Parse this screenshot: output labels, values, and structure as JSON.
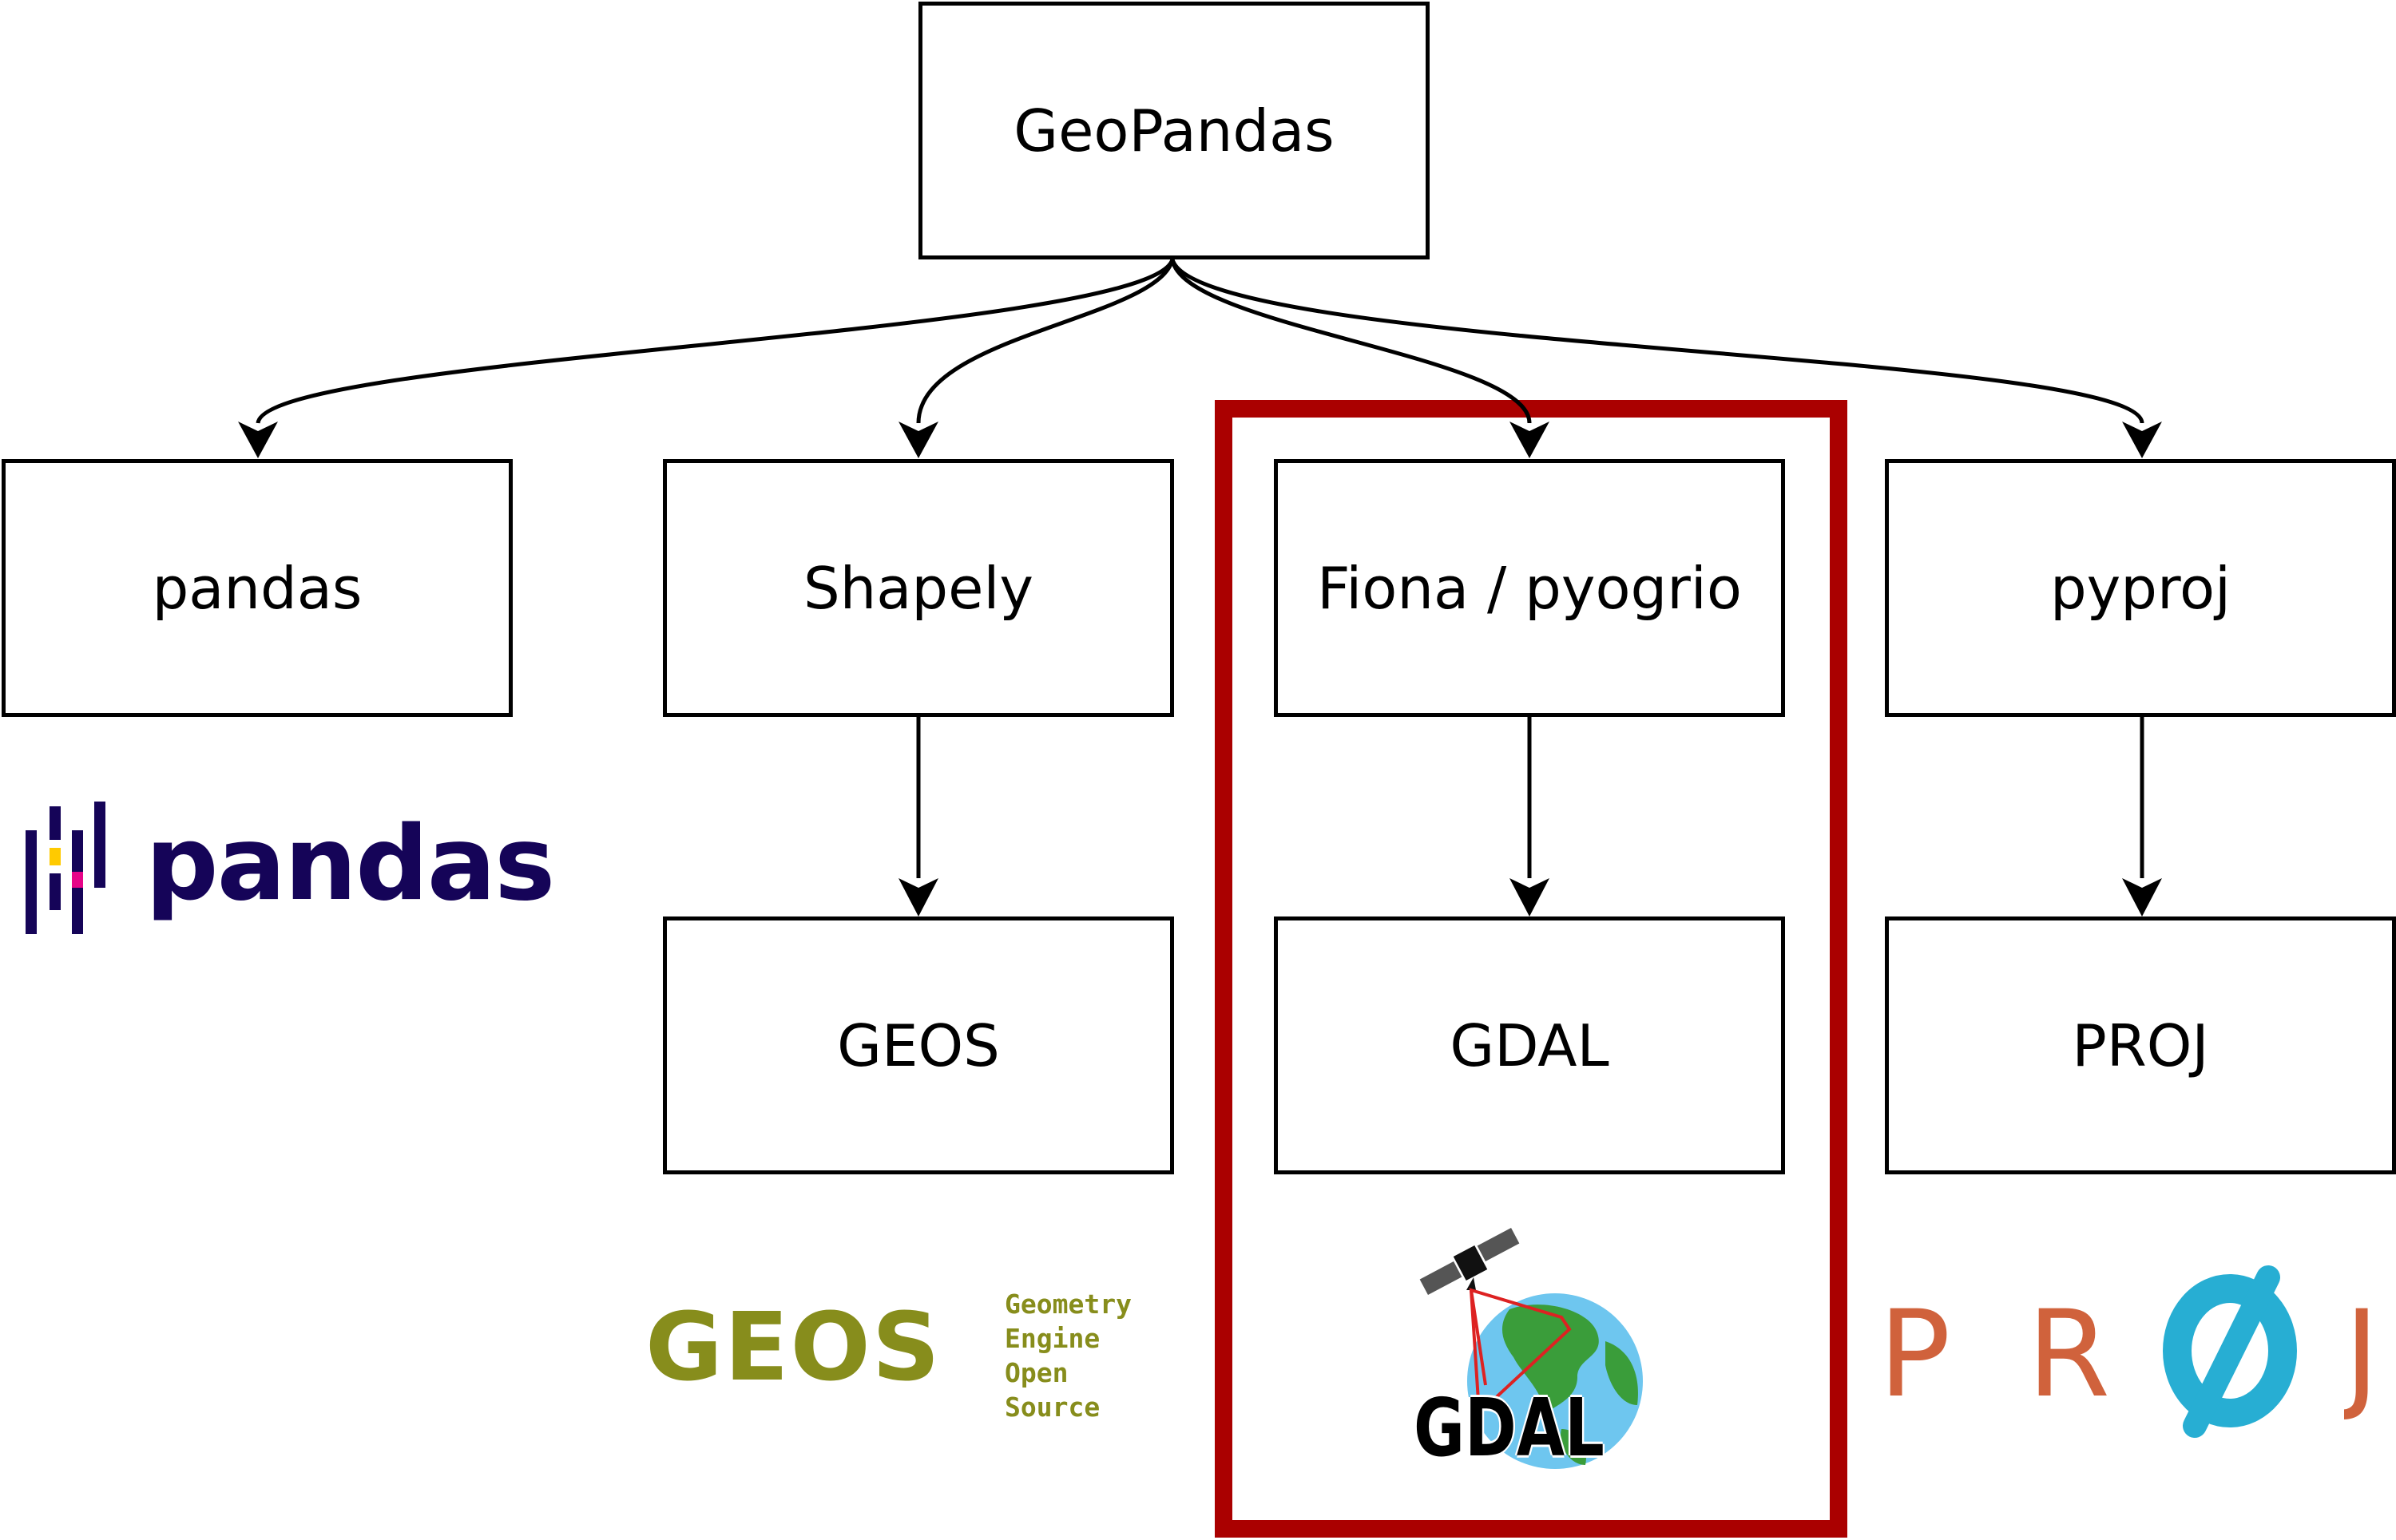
{
  "diagram": {
    "nodes": {
      "geopandas": "GeoPandas",
      "pandas": "pandas",
      "shapely": "Shapely",
      "fiona": "Fiona / pyogrio",
      "pyproj": "pyproj",
      "geos": "GEOS",
      "gdal": "GDAL",
      "proj": "PROJ"
    },
    "edges": [
      {
        "from": "GeoPandas",
        "to": "pandas"
      },
      {
        "from": "GeoPandas",
        "to": "Shapely"
      },
      {
        "from": "GeoPandas",
        "to": "Fiona / pyogrio"
      },
      {
        "from": "GeoPandas",
        "to": "pyproj"
      },
      {
        "from": "Shapely",
        "to": "GEOS"
      },
      {
        "from": "Fiona / pyogrio",
        "to": "GDAL"
      },
      {
        "from": "pyproj",
        "to": "PROJ"
      }
    ],
    "highlight": {
      "group": "Fiona / pyogrio → GDAL",
      "color": "#aa0000"
    }
  },
  "logos": {
    "pandas": {
      "text": "pandas",
      "color": "#150458",
      "accents": [
        "#ffca00",
        "#e70488"
      ]
    },
    "geos": {
      "text": "GEOS",
      "subtitle": [
        "Geometry",
        "Engine",
        "Open",
        "Source"
      ],
      "color": "#878d1c"
    },
    "gdal": {
      "text": "GDAL",
      "icons": [
        "satellite-icon",
        "globe-icon"
      ]
    },
    "proj": {
      "letters": [
        "P",
        "R",
        "Ø",
        "J"
      ],
      "color": "#d0623c",
      "accent": "#27aed3"
    }
  },
  "colors": {
    "stroke": "#000000",
    "background": "#ffffff"
  }
}
